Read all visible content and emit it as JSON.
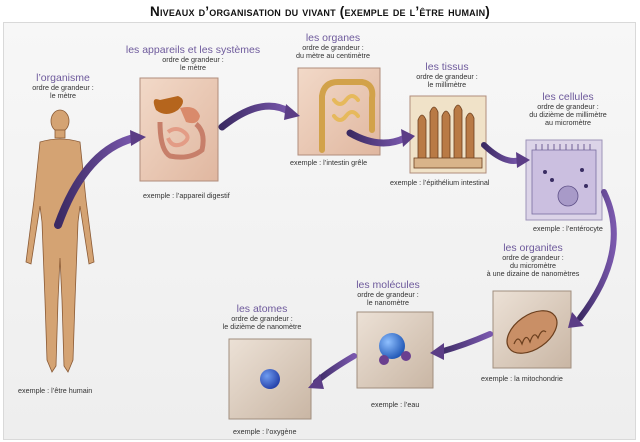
{
  "title": "Niveaux d’organisation du vivant (exemple de l’être humain)",
  "stages": {
    "organisme": {
      "head": "l’organisme",
      "sub1": "ordre de grandeur :",
      "sub2": "le mètre",
      "example": "exemple : l’être humain"
    },
    "appareils": {
      "head": "les appareils et les systèmes",
      "sub1": "ordre de grandeur :",
      "sub2": "le mètre",
      "example": "exemple : l’appareil digestif"
    },
    "organes": {
      "head": "les organes",
      "sub1": "ordre de grandeur :",
      "sub2": "du mètre au centimètre",
      "example": "exemple : l’intestin grêle"
    },
    "tissus": {
      "head": "les tissus",
      "sub1": "ordre de grandeur :",
      "sub2": "le millimètre",
      "example": "exemple : l’épithélium intestinal"
    },
    "cellules": {
      "head": "les cellules",
      "sub1": "ordre de grandeur :",
      "sub2": "du dizième de millimètre",
      "sub3": "au micromètre",
      "example": "exemple : l’entérocyte"
    },
    "organites": {
      "head": "les organites",
      "sub1": "ordre de grandeur :",
      "sub2": "du micromètre",
      "sub3": "à une dizaine de nanomètres",
      "example": "exemple : la mitochondrie"
    },
    "molecules": {
      "head": "les molécules",
      "sub1": "ordre de grandeur :",
      "sub2": "le nanomètre",
      "example": "exemple : l’eau"
    },
    "atomes": {
      "head": "les atomes",
      "sub1": "ordre de grandeur :",
      "sub2": "le dizième de nanomètre",
      "example": "exemple : l’oxygène"
    }
  },
  "colors": {
    "label_head": "#6e5a9c",
    "arrow": "#5b3d86",
    "skin": "#d4a373",
    "atom": "#2e6fd1"
  }
}
